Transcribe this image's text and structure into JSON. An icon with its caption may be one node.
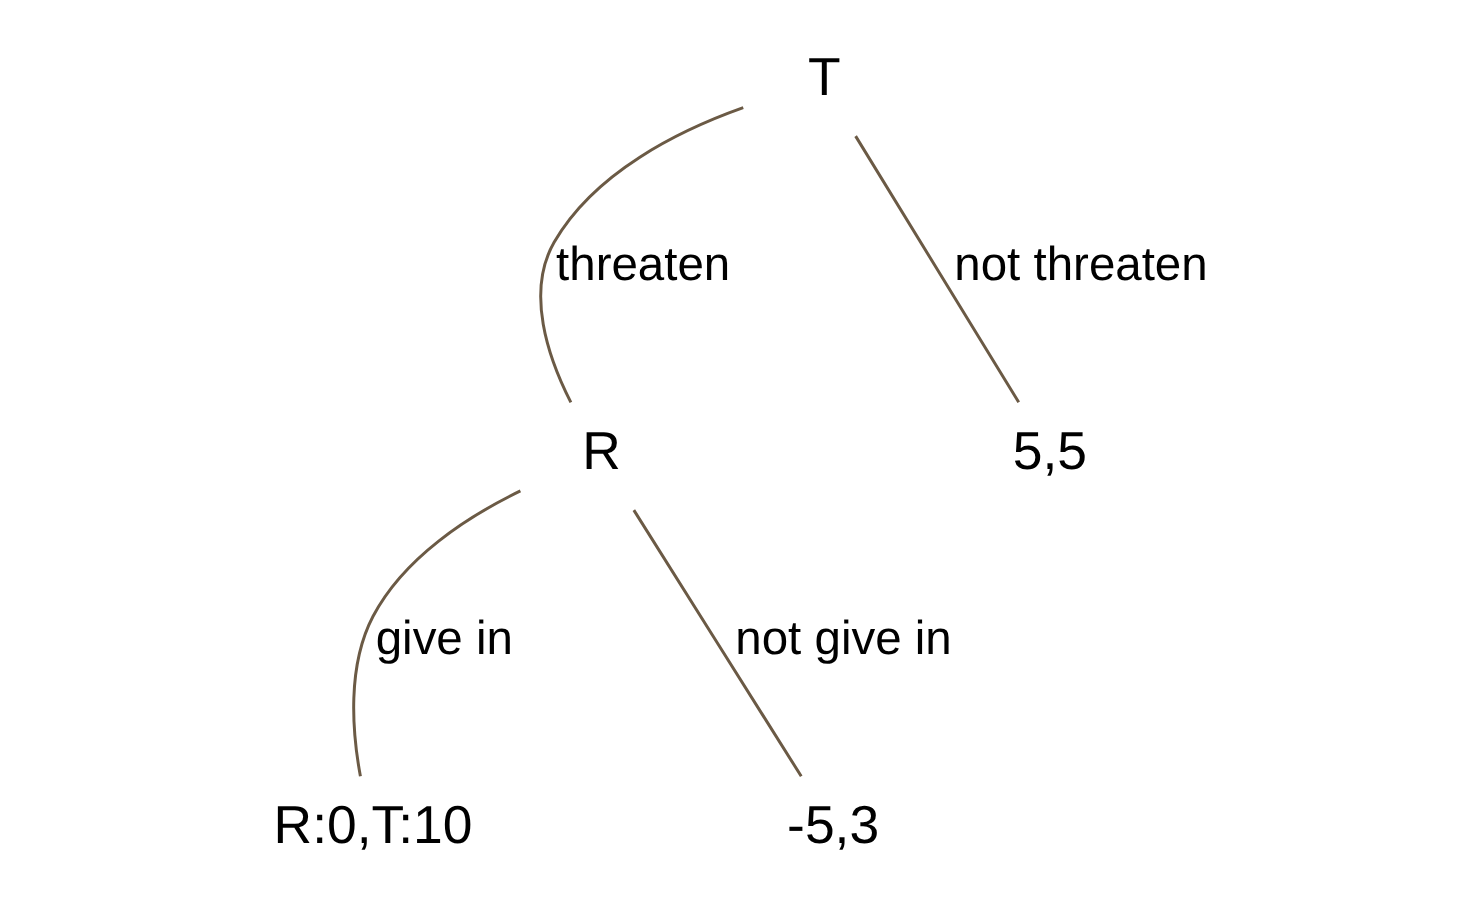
{
  "diagram": {
    "nodes": [
      {
        "text": [
          "T"
        ]
      },
      {
        "text": [
          "R"
        ]
      },
      {
        "text": [
          "5,5"
        ]
      },
      {
        "text": [
          "R:0,T:10"
        ]
      },
      {
        "text": [
          "-5,3"
        ]
      }
    ],
    "edges": [
      {
        "from": 0,
        "to": 1,
        "arrow": "none",
        "label": "threaten",
        "color": "#6b5a45"
      },
      {
        "from": 0,
        "to": 2,
        "arrow": "none",
        "label": "not threaten",
        "color": "#6b5a45"
      },
      {
        "from": 1,
        "to": 3,
        "arrow": "none",
        "label": "give in",
        "color": "#6b5a45"
      },
      {
        "from": 1,
        "to": 4,
        "arrow": "none",
        "label": "not give in",
        "color": "#6b5a45"
      }
    ]
  }
}
